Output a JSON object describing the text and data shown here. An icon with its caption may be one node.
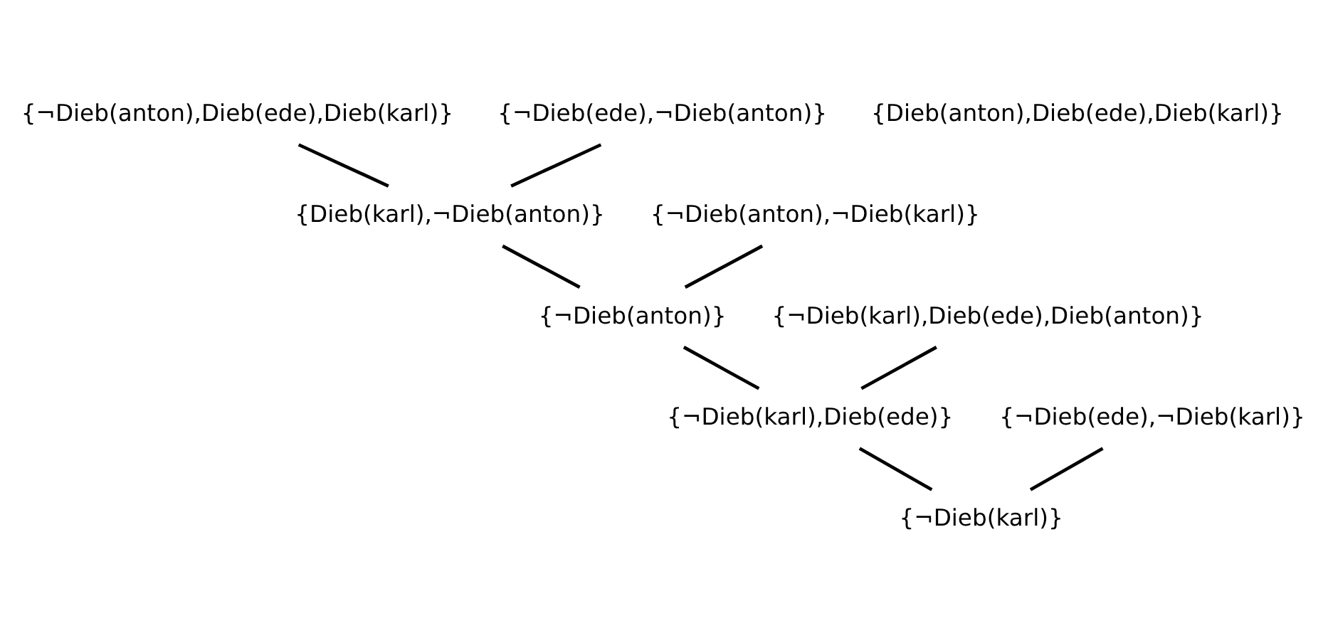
{
  "diagram": {
    "nodes": [
      {
        "text": [
          "{¬Dieb(anton),Dieb(ede),Dieb(karl)}"
        ]
      },
      {
        "text": [
          "{¬Dieb(ede),¬Dieb(anton)}"
        ]
      },
      {
        "text": [
          "{¬Dieb(anton),¬Dieb(karl)}"
        ]
      },
      {
        "text": [
          "{¬Dieb(karl),Dieb(ede),Dieb(anton)}"
        ]
      },
      {
        "text": [
          "{¬Dieb(ede),¬Dieb(karl)}"
        ]
      },
      {
        "text": [
          "{Dieb(karl),¬Dieb(anton)}"
        ]
      },
      {
        "text": [
          "{Dieb(anton),Dieb(ede),Dieb(karl)}"
        ]
      },
      {
        "text": [
          "{¬Dieb(anton)}"
        ]
      },
      {
        "text": [
          "{¬Dieb(karl),Dieb(ede)}"
        ]
      },
      {
        "text": [
          "{¬Dieb(karl)}"
        ]
      }
    ],
    "edges": [
      {
        "from": 0,
        "to": 5,
        "arrow": "none"
      },
      {
        "from": 1,
        "to": 5,
        "arrow": "none"
      },
      {
        "from": 5,
        "to": 7,
        "arrow": "none"
      },
      {
        "from": 2,
        "to": 7,
        "arrow": "none"
      },
      {
        "from": 7,
        "to": 8,
        "arrow": "none"
      },
      {
        "from": 3,
        "to": 8,
        "arrow": "none"
      },
      {
        "from": 8,
        "to": 9,
        "arrow": "none"
      },
      {
        "from": 4,
        "to": 9,
        "arrow": "none"
      }
    ]
  }
}
